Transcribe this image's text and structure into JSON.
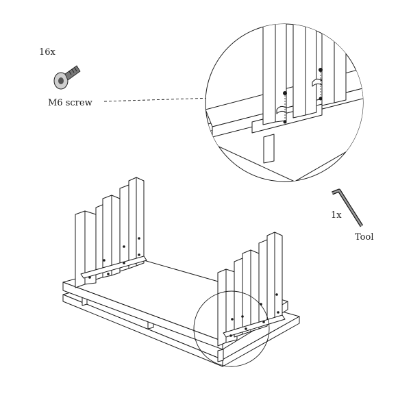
{
  "parts": [
    {
      "quantity": "16x",
      "name": "M6 screw",
      "icon": "hex-socket-screw"
    },
    {
      "quantity": "1x",
      "name": "Tool",
      "icon": "allen-key"
    }
  ],
  "callout": {
    "icon": "magnifier-circle"
  },
  "colors": {
    "line": "#1a1a1a",
    "fill": "#ffffff"
  }
}
